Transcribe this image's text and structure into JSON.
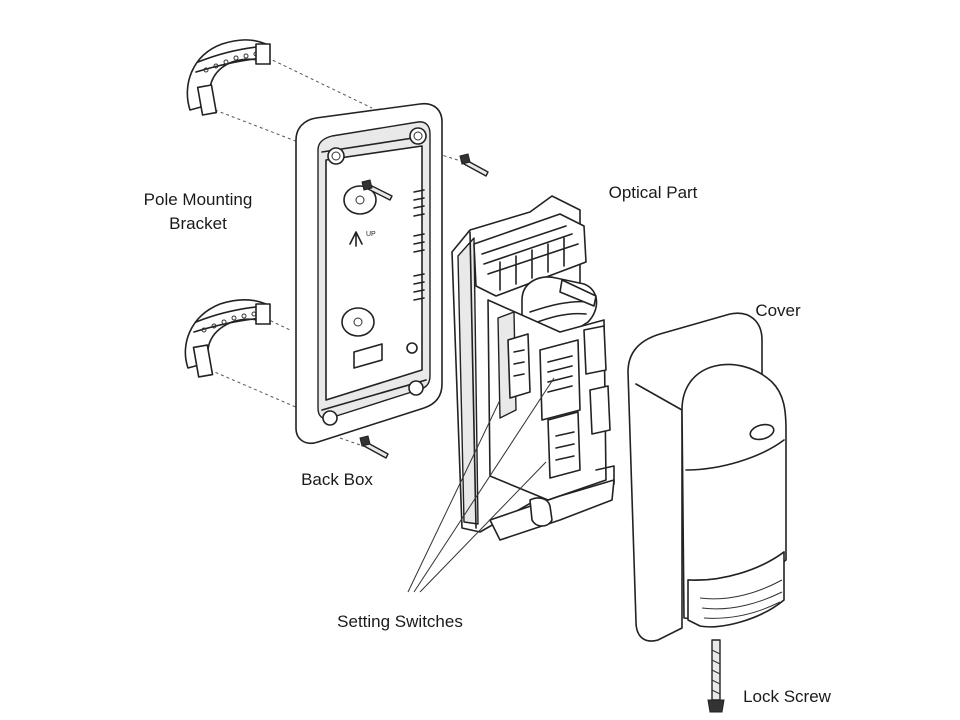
{
  "labels": {
    "pole_bracket_line1": "Pole Mounting",
    "pole_bracket_line2": "Bracket",
    "optical_part": "Optical Part",
    "cover": "Cover",
    "back_box": "Back Box",
    "setting_switches": "Setting Switches",
    "lock_screw": "Lock Screw",
    "up_arrow": "UP"
  }
}
